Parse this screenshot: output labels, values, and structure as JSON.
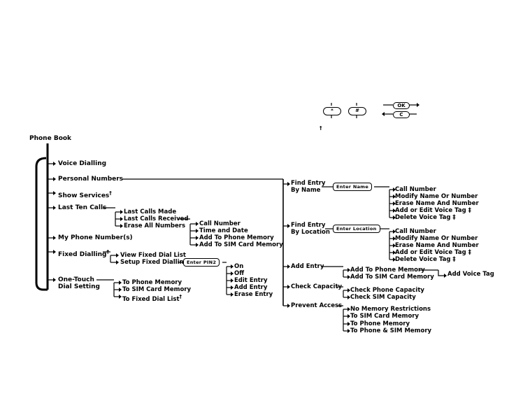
{
  "root": {
    "title": "Phone Book"
  },
  "dagger": "†",
  "dagger2": "‡",
  "keys": {
    "star": "*",
    "hash": "#",
    "ok": "OK",
    "c": "C"
  },
  "main_menu": {
    "voice_dialling": "Voice Dialling",
    "personal_numbers": "Personal Numbers",
    "show_services": "Show Services",
    "last_ten_calls": "Last Ten Calls",
    "my_phone_numbers": "My Phone Number(s)",
    "fixed_dialling": "Fixed Dialling",
    "one_touch_1": "One-Touch",
    "one_touch_2": "Dial Setting"
  },
  "last_ten": [
    "Last Calls Made",
    "Last Calls Received",
    "Erase All Numbers"
  ],
  "received_sub": [
    "Call Number",
    "Time and Date",
    "Add To Phone Memory",
    "Add To SIM Card Memory"
  ],
  "fixed": {
    "view": "View Fixed Dial List",
    "setup": "Setup Fixed Dialling",
    "pin_box": "Enter PIN2"
  },
  "pin2_sub": [
    "On",
    "Off",
    "Edit Entry",
    "Add Entry",
    "Erase Entry"
  ],
  "one_touch_sub": [
    "To Phone Memory",
    "To SIM Card Memory",
    "To Fixed Dial List"
  ],
  "personal": {
    "find_name_1": "Find Entry",
    "find_name_2": "By Name",
    "name_box": "Enter Name",
    "find_loc_1": "Find Entry",
    "find_loc_2": "By Location",
    "loc_box": "Enter Location",
    "add_entry": "Add Entry",
    "check_capacity": "Check Capacity",
    "prevent_access": "Prevent Access"
  },
  "find_sub": [
    "Call Number",
    "Modify Name Or Number",
    "Erase Name And Number",
    "Add or Edit Voice Tag",
    "Delete Voice Tag"
  ],
  "add_sub": [
    "Add To Phone Memory",
    "Add To SIM Card Memory"
  ],
  "add_voice_tag": "Add Voice Tag",
  "capacity_sub": [
    "Check Phone Capacity",
    "Check SIM Capacity"
  ],
  "prevent_sub": [
    "No Memory Restrictions",
    "To SIM Card Memory",
    "To Phone Memory",
    "To Phone & SIM Memory"
  ]
}
